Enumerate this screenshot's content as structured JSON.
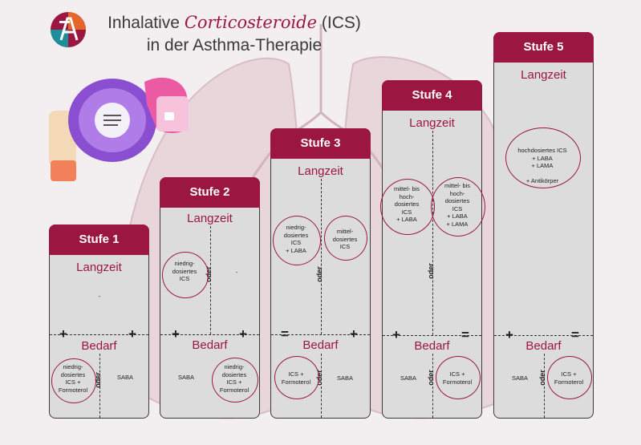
{
  "header": {
    "title_prefix": "Inhalative ",
    "title_highlight": "Corticosteroide",
    "title_suffix": " (ICS)",
    "subtitle": "in der Asthma-Therapie"
  },
  "labels": {
    "long_term": "Langzeit",
    "demand": "Bedarf",
    "or": "oder",
    "plus": "+",
    "equals": "="
  },
  "stages": [
    {
      "name": "Stufe 1",
      "long_left": "-",
      "demand_left": "niedrig-\ndosiertes\nICS +\nFormoterol",
      "demand_right": "SABA"
    },
    {
      "name": "Stufe 2",
      "long_left": "niedrig-\ndosiertes\nICS",
      "long_right": "-",
      "demand_left": "SABA",
      "demand_right": "niedrig-\ndosiertes\nICS +\nFormoterol"
    },
    {
      "name": "Stufe 3",
      "long_left": "niedrig-\ndosiertes\nICS\n+ LABA",
      "long_right": "mittel-\ndosiertes\nICS",
      "demand_left": "ICS +\nFormoterol",
      "demand_right": "SABA"
    },
    {
      "name": "Stufe 4",
      "long_left": "mittel- bis\nhoch-\ndosiertes\nICS\n+ LABA",
      "long_right": "mittel- bis\nhoch-\ndosiertes\nICS\n+ LABA\n+ LAMA",
      "demand_left": "SABA",
      "demand_right": "ICS +\nFormoterol"
    },
    {
      "name": "Stufe 5",
      "long_center": "hochdosiertes ICS\n+ LABA\n+ LAMA\n\n+ Antikörper",
      "demand_left": "SABA",
      "demand_right": "ICS +\nFormoterol"
    }
  ],
  "colors": {
    "accent": "#9b1742",
    "panel": "#dcdcdc",
    "text": "#222222"
  },
  "icons": [
    "logo-icon",
    "inhaler-illustration",
    "lungs-illustration"
  ]
}
